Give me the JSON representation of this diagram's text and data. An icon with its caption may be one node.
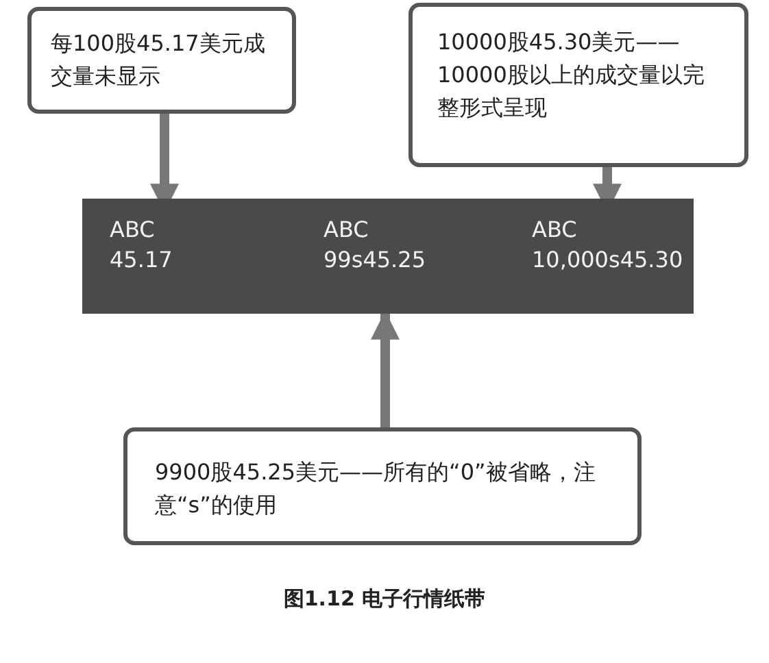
{
  "diagram": {
    "caption": "图1.12 电子行情纸带",
    "nodes": [
      {
        "text": [
          "每100股45.17美元成交量未显示"
        ]
      },
      {
        "text": [
          "10000股45.30美元——10000股以上的成交量以完整形式呈现"
        ]
      },
      {
        "text": [],
        "shape": "bar"
      },
      {
        "text": [
          "ABC",
          "45.17"
        ],
        "in": 2
      },
      {
        "text": [
          "ABC",
          "99s45.25"
        ],
        "in": 2
      },
      {
        "text": [
          "ABC",
          "10,000s45.30"
        ],
        "in": 2
      },
      {
        "text": [
          "9900股45.25美元——所有的“0”被省略，注意“s”的使用"
        ]
      }
    ],
    "edges": [
      {
        "from": 0,
        "to": 3,
        "arrow": "to"
      },
      {
        "from": 1,
        "to": 5,
        "arrow": "to"
      },
      {
        "from": 6,
        "to": 4,
        "arrow": "to"
      }
    ]
  }
}
